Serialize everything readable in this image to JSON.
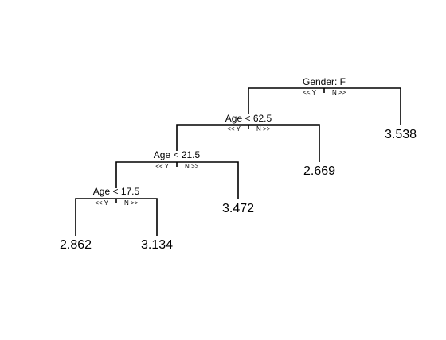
{
  "tree": {
    "nodes": [
      {
        "id": "gender",
        "split": "Gender: F",
        "left_branch": "<< Y",
        "right_branch": "N >>"
      },
      {
        "id": "age62",
        "split": "Age < 62.5",
        "left_branch": "<< Y",
        "right_branch": "N >>"
      },
      {
        "id": "age21",
        "split": "Age < 21.5",
        "left_branch": "<< Y",
        "right_branch": "N >>"
      },
      {
        "id": "age17",
        "split": "Age < 17.5",
        "left_branch": "<< Y",
        "right_branch": "N >>"
      }
    ],
    "leaves": [
      {
        "id": "leaf-2862",
        "value": "2.862"
      },
      {
        "id": "leaf-3134",
        "value": "3.134"
      },
      {
        "id": "leaf-3472",
        "value": "3.472"
      },
      {
        "id": "leaf-2669",
        "value": "2.669"
      },
      {
        "id": "leaf-3538",
        "value": "3.538"
      }
    ],
    "colors": {
      "line": "#000000",
      "text": "#000000",
      "background": "#ffffff"
    }
  }
}
